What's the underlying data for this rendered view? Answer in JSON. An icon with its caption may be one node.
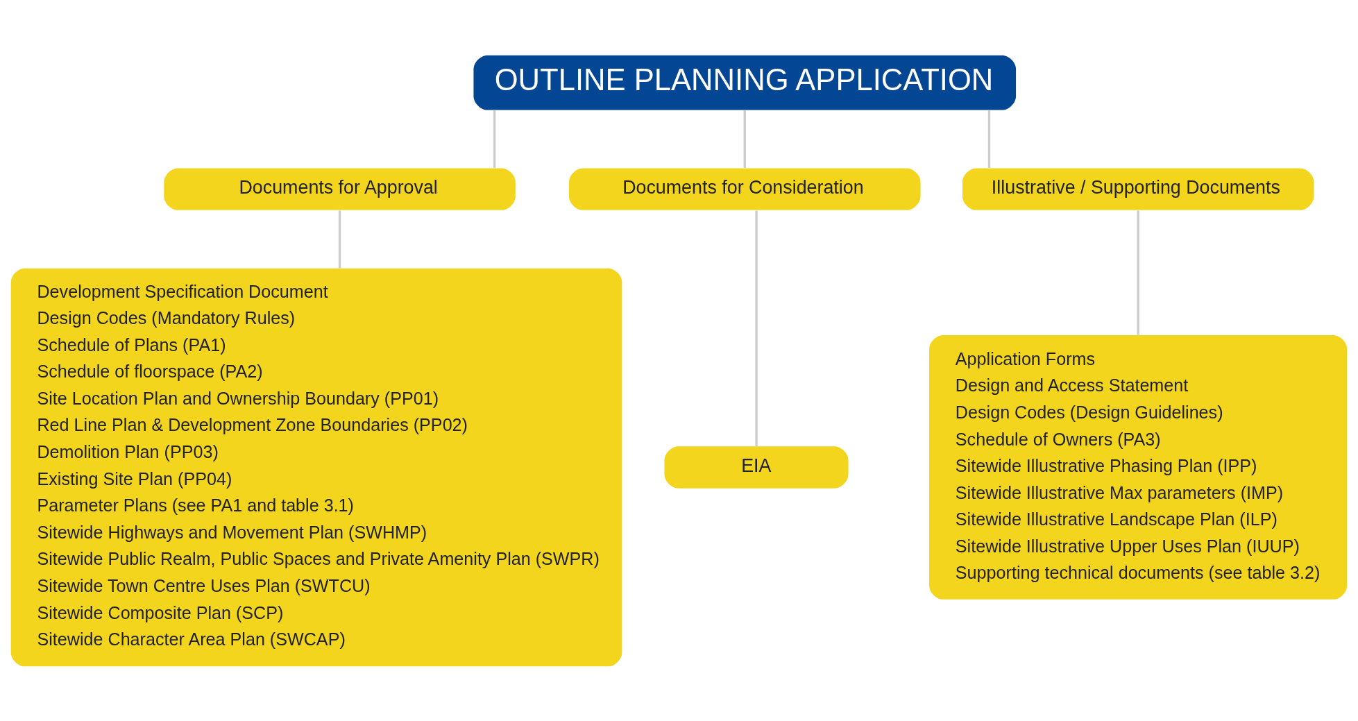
{
  "diagram": {
    "nodes": [
      {
        "text": [
          "OUTLINE PLANNING APPLICATION"
        ]
      },
      {
        "text": [
          "Documents for Approval"
        ]
      },
      {
        "text": [
          "Documents for Consideration"
        ]
      },
      {
        "text": [
          "Illustrative / Supporting Documents"
        ]
      },
      {
        "text": [
          "Development Specification Document",
          "Design Codes (Mandatory Rules)",
          "Schedule of Plans (PA1)",
          "Schedule of floorspace (PA2)",
          "Site Location Plan and Ownership Boundary (PP01)",
          "Red Line Plan & Development Zone Boundaries (PP02)",
          "Demolition Plan (PP03)",
          "Existing Site Plan (PP04)",
          "Parameter Plans (see PA1 and table 3.1)",
          "Sitewide Highways and Movement Plan (SWHMP)",
          "Sitewide Public Realm, Public Spaces and Private Amenity Plan (SWPR)",
          "Sitewide Town Centre Uses Plan (SWTCU)",
          "Sitewide Composite Plan (SCP)",
          "Sitewide Character Area Plan (SWCAP)"
        ]
      },
      {
        "text": [
          "EIA"
        ]
      },
      {
        "text": [
          "Application Forms",
          "Design and Access Statement",
          "Design Codes (Design Guidelines)",
          "Schedule of Owners (PA3)",
          "Sitewide Illustrative Phasing Plan (IPP)",
          "Sitewide Illustrative Max parameters (IMP)",
          "Sitewide Illustrative Landscape Plan (ILP)",
          "Sitewide Illustrative Upper Uses Plan (IUUP)",
          "Supporting technical documents (see table 3.2)"
        ]
      }
    ],
    "edges": [
      {
        "from": 0,
        "to": 1,
        "arrow": "none"
      },
      {
        "from": 0,
        "to": 2,
        "arrow": "none"
      },
      {
        "from": 0,
        "to": 3,
        "arrow": "none"
      },
      {
        "from": 1,
        "to": 4,
        "arrow": "none"
      },
      {
        "from": 2,
        "to": 5,
        "arrow": "none"
      },
      {
        "from": 3,
        "to": 6,
        "arrow": "none"
      }
    ]
  }
}
